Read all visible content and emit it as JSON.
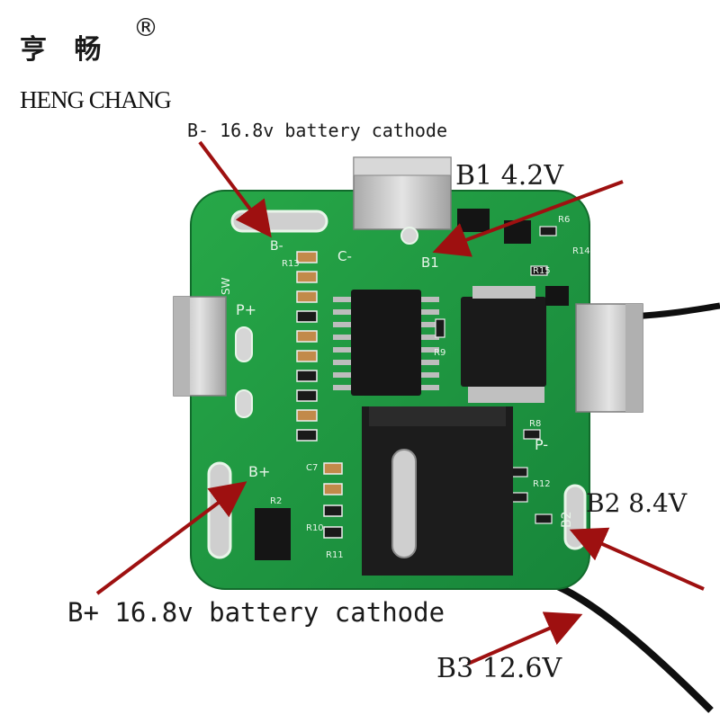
{
  "brand": {
    "chinese": "亨 畅",
    "registered_mark": "®",
    "english": "HENG CHANG"
  },
  "annotations": {
    "b_minus": "B- 16.8v battery cathode",
    "b1": "B1 4.2V",
    "b2": "B2 8.4V",
    "b_plus": "B+ 16.8v battery cathode",
    "b3": "B3 12.6V"
  },
  "board_silkscreen": {
    "b_minus": "B-",
    "p_plus": "P+",
    "c_minus": "C-",
    "b1": "B1",
    "b_plus": "B+",
    "p_minus": "P-",
    "b2": "B2",
    "sw": "SW",
    "r6": "R6",
    "r15": "R15",
    "r14": "R14",
    "r9": "R9",
    "r8": "R8",
    "r12": "R12",
    "r10": "R10",
    "r11": "R11",
    "c7": "C7",
    "r2": "R2",
    "r13": "R13"
  },
  "colors": {
    "pcb_green": "#1f9a3e",
    "arrow_red": "#9e1010",
    "metal": "#c9c9c9",
    "connector": "#1c1c1c"
  }
}
